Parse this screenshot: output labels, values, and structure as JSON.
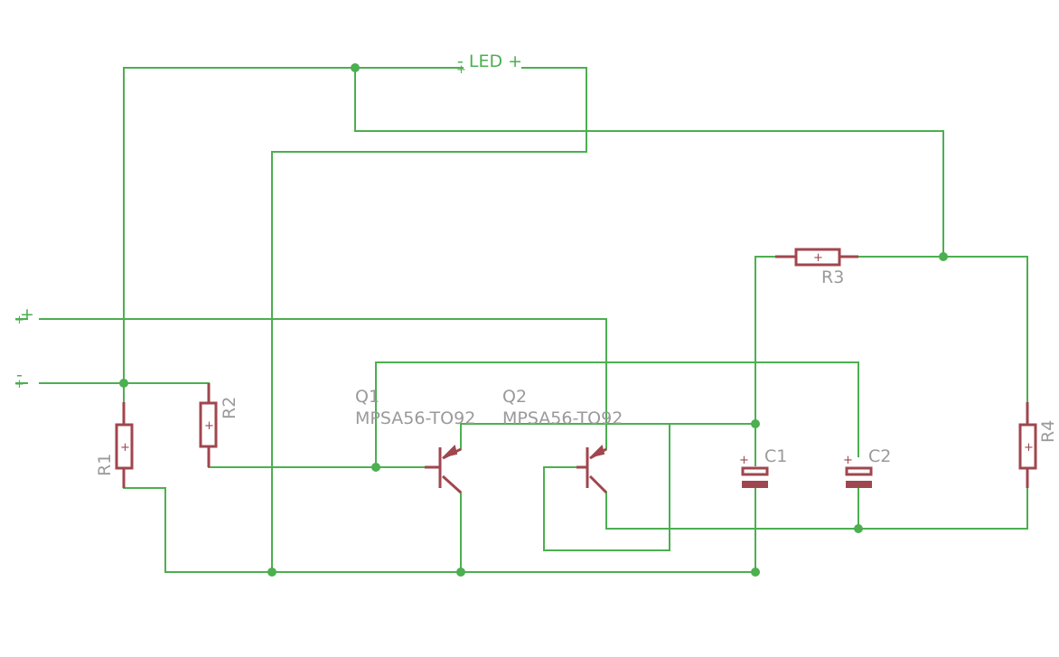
{
  "labels": {
    "led": "- LED +",
    "r1": "R1",
    "r2": "R2",
    "r3": "R3",
    "r4": "R4",
    "q1_name": "Q1",
    "q1_value": "MPSA56-TO92",
    "q2_name": "Q2",
    "q2_value": "MPSA56-TO92",
    "c1": "C1",
    "c2": "C2",
    "supply_plus": "+",
    "supply_minus": "-"
  },
  "colors": {
    "wire": "#4caf50",
    "component": "#a0464e",
    "label": "#9a9a9a"
  }
}
